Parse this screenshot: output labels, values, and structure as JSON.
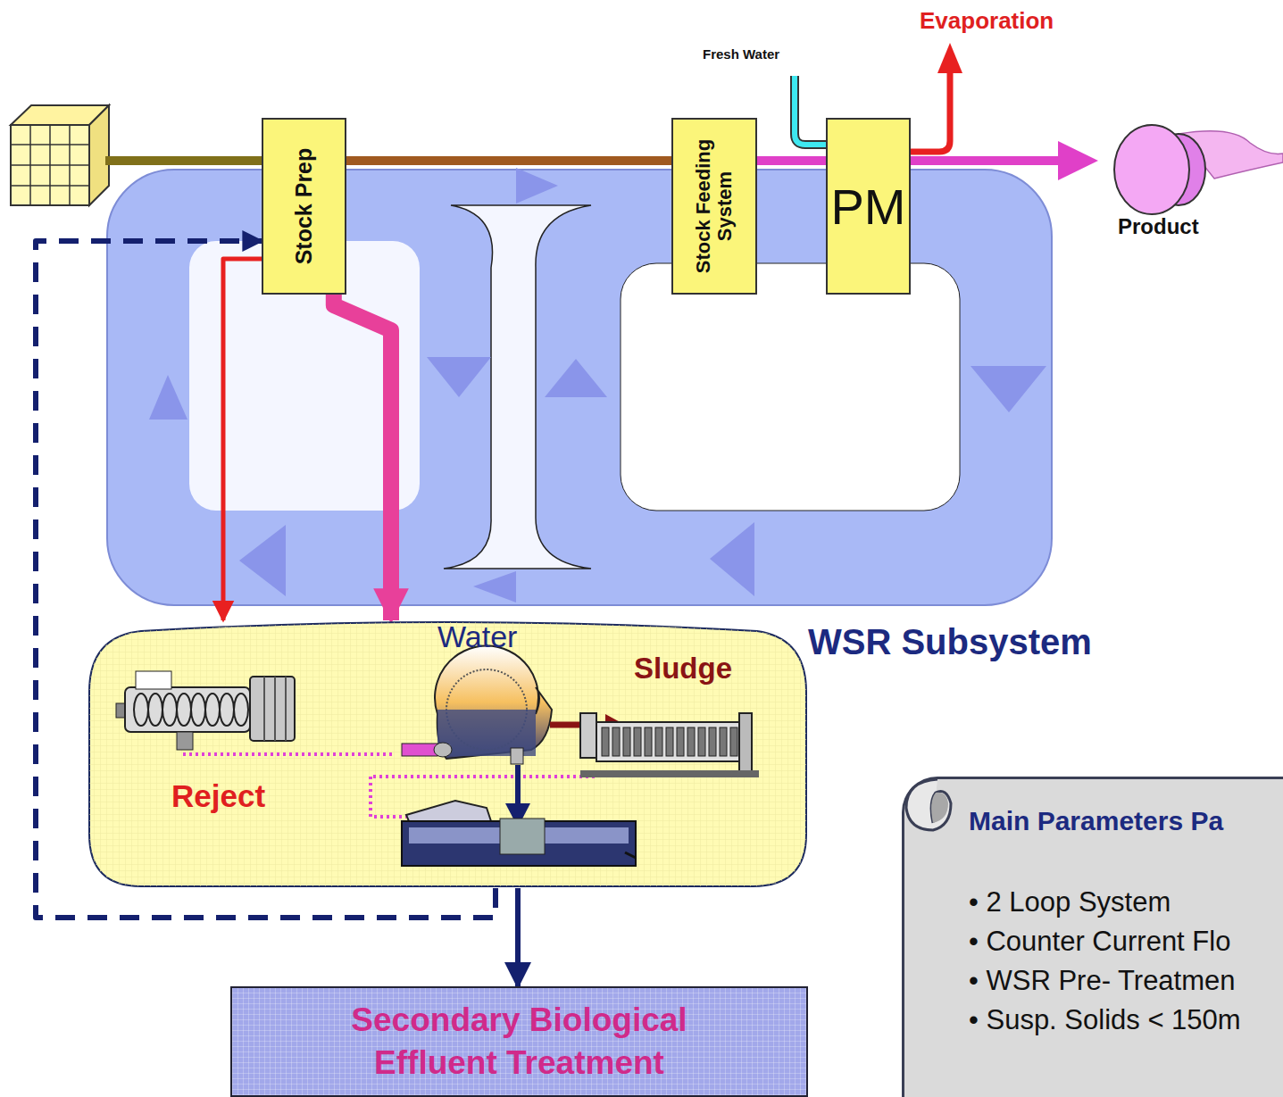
{
  "diagram": {
    "nodes": [
      {
        "text": [
          "Stock Prep"
        ]
      },
      {
        "text": [
          "Stock Feeding System"
        ]
      },
      {
        "text": [
          "PM"
        ]
      },
      {
        "text": [
          "WSR Subsystem"
        ]
      },
      {
        "text": [
          "Secondary Biological Effluent Treatment"
        ]
      },
      {
        "text": [
          "Main Parameters Pa",
          "• 2 Loop System",
          "• Counter Current Flo",
          "• WSR Pre- Treatmen",
          "• Susp. Solids < 150m"
        ]
      }
    ],
    "edges": [
      {
        "from": 0,
        "to": 1,
        "arrow": "none"
      },
      {
        "from": 1,
        "to": 2,
        "arrow": "none"
      },
      {
        "from": 0,
        "to": 3,
        "arrow": "to"
      },
      {
        "from": 0,
        "to": 3,
        "arrow": "to"
      },
      {
        "from": 3,
        "to": 4,
        "arrow": "to"
      },
      {
        "from": 3,
        "to": 0,
        "arrow": "to"
      }
    ],
    "labels": [
      "Fresh Water",
      "Evaporation",
      "Product",
      "Water",
      "Sludge",
      "Reject"
    ]
  }
}
